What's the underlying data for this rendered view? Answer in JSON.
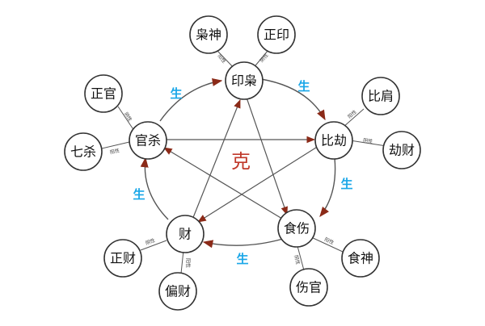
{
  "colors": {
    "sheng": "#1aa7e8",
    "ke": "#c0392b",
    "arrow": "#8b2a18",
    "line": "#555555"
  },
  "center_label": "克",
  "sheng_label": "生",
  "main_nodes": {
    "yin_xiao": "印枭",
    "bi_jie": "比劫",
    "shi_shang": "食伤",
    "cai": "财",
    "guan_sha": "官杀"
  },
  "sub_nodes": {
    "xiao_shen": "枭神",
    "zheng_yin": "正印",
    "bi_jian": "比肩",
    "jie_cai": "劫财",
    "shi_shen": "食神",
    "shang_guan": "伤官",
    "pian_cai": "偏财",
    "zheng_cai": "正财",
    "zheng_guan": "正官",
    "qi_sha": "七杀"
  },
  "relation_notes": {
    "yang": "阳性",
    "yin": "阴性"
  }
}
